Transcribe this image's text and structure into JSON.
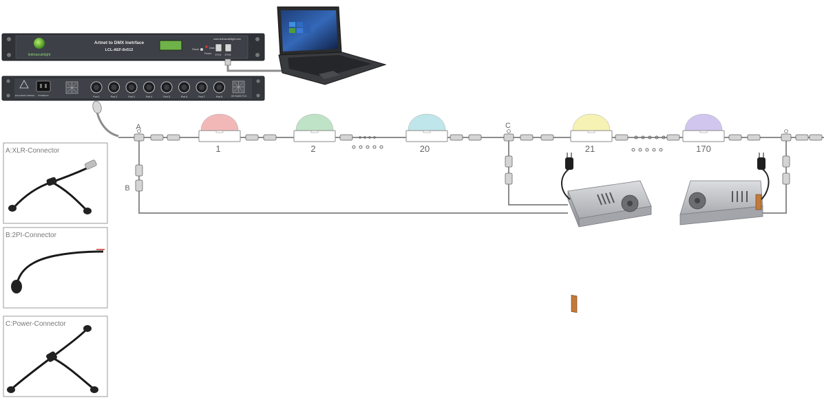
{
  "rack_front": {
    "brand": "ledmarcahlight",
    "title": "Artnet to DMX Inetrface",
    "model": "LCL-AEF-8x512",
    "website": "www.ledmarcahlight.com",
    "reset_label": "Reset",
    "power_label": "Power",
    "status_label": "Data",
    "eth1_label": "ETH1",
    "eth2_label": "ETH2"
  },
  "rack_back": {
    "power_label": "POWER IN",
    "voltage_label": "100-240VAC 50/60Hz",
    "ports": [
      "Port 1",
      "Port 2",
      "Port 3",
      "Port 4",
      "Port 5",
      "Port 6",
      "Port 7",
      "Port 8"
    ],
    "cert_label": "CE  RoHS  FCC"
  },
  "labels": {
    "junction_a": "A",
    "junction_b": "B",
    "junction_c": "C",
    "pixel_1": "1",
    "pixel_2": "2",
    "pixel_20": "20",
    "pixel_21": "21",
    "pixel_170": "170"
  },
  "legend": {
    "a_title": "A:XLR-Connector",
    "b_title": "B:2PI-Connector",
    "c_title": "C:Power-Connector"
  },
  "colors": {
    "pixel_1": "#f2b8b8",
    "pixel_2": "#bfe3c6",
    "pixel_20": "#bfe6ea",
    "pixel_21": "#f6f2b3",
    "pixel_170": "#d0c6ee",
    "wire": "#8c8c8c",
    "rack": "#3a3d42"
  }
}
